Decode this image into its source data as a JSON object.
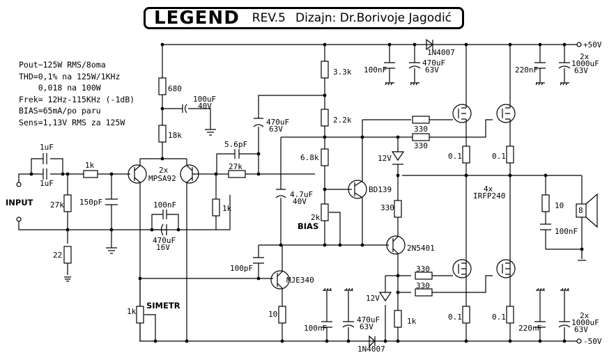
{
  "title": {
    "name": "LEGEND",
    "revision": "REV.5",
    "designer": "Dizajn: Dr.Borivoje Jagodić"
  },
  "specs": [
    "Pout~125W RMS/8oma",
    "THD=0,1% na 125W/1KHz",
    "    0,018 na 100W",
    "Frek= 12Hz-115KHz (-1dB)",
    "BIAS=65mA/po paru",
    "Sens=1,13V RMS za 125W"
  ],
  "terminals": {
    "input": "INPUT",
    "vpos": "+50V",
    "vneg": "-50V"
  },
  "labels": {
    "c_in1": "1uF",
    "c_in2": "1uF",
    "r_in": "1k",
    "r_in_shunt": "27k",
    "c_in_shunt": "150pF",
    "r_gnd": "22",
    "diff_pair_qty": "2x",
    "diff_pair": "MPSA92",
    "r_680": "680",
    "r_18k": "18k",
    "c_100uf": "100uF",
    "c_100uf_v": "40V",
    "c_5p6": "5.6pF",
    "r_fb": "27k",
    "r_1k_fb": "1k",
    "c_fb_nf": "100nF",
    "c_fb_el": "470uF",
    "c_fb_el_v": "16V",
    "r_3k3": "3.3k",
    "r_2k2": "2.2k",
    "r_6k8": "6.8k",
    "c_470_boot": "470uF",
    "c_470_boot_v": "63V",
    "c_4u7": "4.7uF",
    "c_4u7_v": "40V",
    "bias_pot_val": "2k",
    "bias_pot": "BIAS",
    "bd139": "BD139",
    "r_330_mid": "330",
    "q_2n5401": "2N5401",
    "q_mje340": "MJE340",
    "c_100pf": "100pF",
    "r_10_vas": "10",
    "simetr_val": "1k",
    "simetr": "SIMETR",
    "zener_top": "12V",
    "zener_bot": "12V",
    "r_gate1": "330",
    "r_gate2": "330",
    "r_gate3": "330",
    "r_gate4": "330",
    "r_1k_low": "1k",
    "c_top_nf": "100nF",
    "c_top_el": "470uF",
    "c_top_el_v": "63V",
    "d_top": "1N4007",
    "c_bot_nf": "100nF",
    "c_bot_el": "470uF",
    "c_bot_el_v": "63V",
    "d_bot": "1N4007",
    "r_src1": "0.1",
    "r_src2": "0.1",
    "r_src3": "0.1",
    "r_src4": "0.1",
    "mosfet_qty": "4x",
    "mosfet": "IRFP240",
    "c_220_top": "220nF",
    "c_1000_top_qty": "2x",
    "c_1000_top": "1000uF",
    "c_1000_top_v": "63V",
    "c_220_bot": "220nF",
    "c_1000_bot_qty": "2x",
    "c_1000_bot": "1000uF",
    "c_1000_bot_v": "63V",
    "zobel_r": "10",
    "zobel_c": "100nF",
    "speaker": "8"
  }
}
